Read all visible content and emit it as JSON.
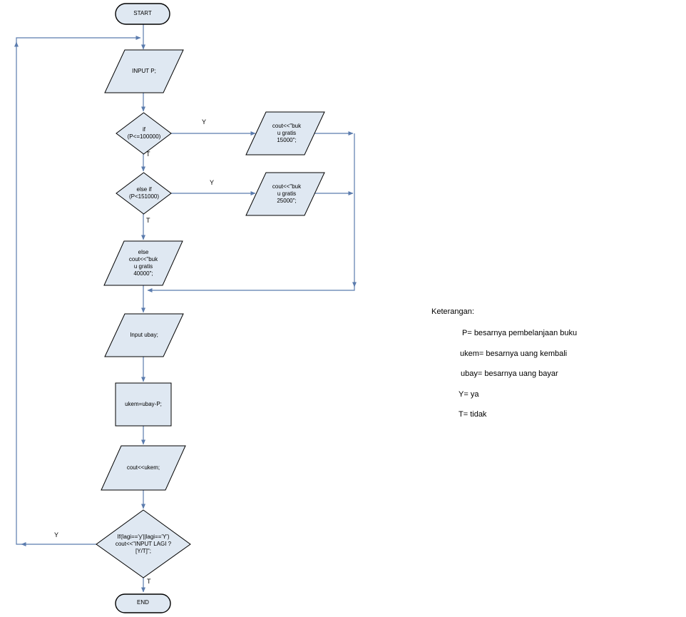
{
  "colors": {
    "shape_fill": "#dfe8f2",
    "shape_border": "#000000",
    "connector": "#5b7cae",
    "text": "#000000",
    "background": "#ffffff"
  },
  "flowchart": {
    "nodes": {
      "start": {
        "label": "START"
      },
      "input_p": {
        "label": "INPUT P;"
      },
      "if_p": {
        "label": [
          "if",
          "(P<=100000)"
        ]
      },
      "gratis_15000": {
        "label": [
          "cout<<\"buk",
          "u gratis",
          "15000\";"
        ]
      },
      "elseif_p": {
        "label": [
          "else if",
          "(P<151000)"
        ]
      },
      "gratis_25000": {
        "label": [
          "cout<<\"buk",
          "u gratis",
          "25000\";"
        ]
      },
      "else_gratis_40000": {
        "label": [
          "else",
          "cout<<\"buk",
          "u gratis",
          "40000\";"
        ]
      },
      "input_ubay": {
        "label": "Input ubay;"
      },
      "ukem_assign": {
        "label": "ukem=ubay-P;"
      },
      "cout_ukem": {
        "label": "cout<<ukem;"
      },
      "input_lagi": {
        "label": [
          "If(lagi=='y'||lagi=='Y')",
          "cout<<\"INPUT LAGI ?",
          "[Y/T]\";"
        ]
      },
      "end": {
        "label": "END"
      }
    },
    "edge_labels": {
      "if_p_yes": "Y",
      "if_p_no": "T",
      "elseif_p_yes": "Y",
      "elseif_p_no": "T",
      "input_lagi_yes": "Y",
      "input_lagi_no": "T"
    }
  },
  "legend": {
    "title": "Keterangan:",
    "items": [
      "P= besarnya pembelanjaan buku",
      "ukem= besarnya uang kembali",
      "ubay= besarnya uang bayar",
      "Y= ya",
      "T= tidak"
    ]
  }
}
